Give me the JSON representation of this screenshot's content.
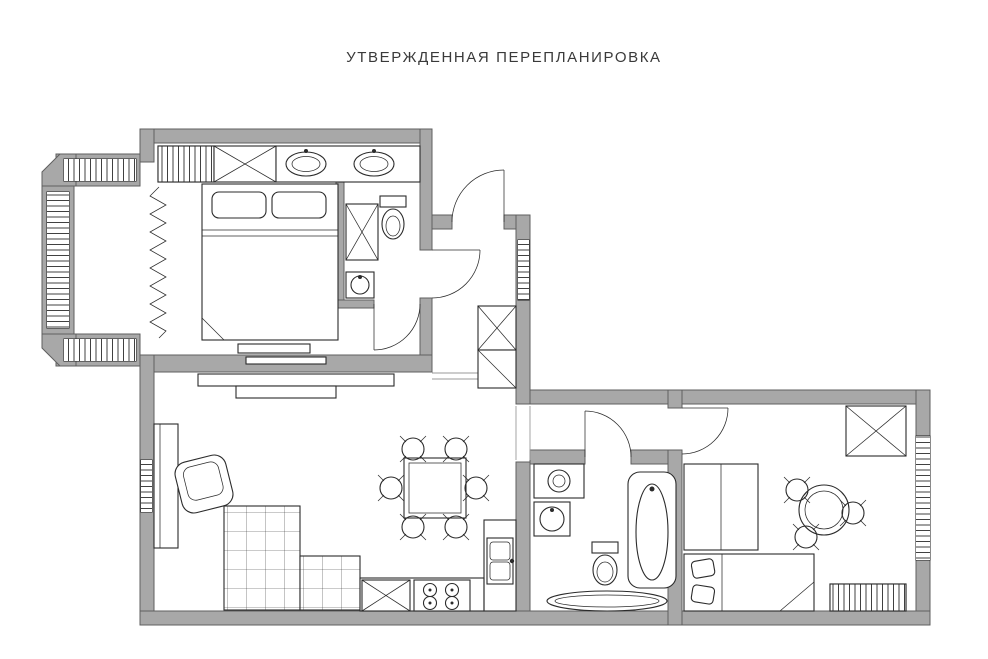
{
  "title": "УТВЕРЖДЕННАЯ ПЕРЕПЛАНИРОВКА",
  "colors": {
    "bg": "#ffffff",
    "wall": "#a8a8a8",
    "walledge": "#5f5f5f",
    "line": "#2b2b2b",
    "linelight": "#9a9a9a",
    "titlecolor": "#3a3a3a"
  },
  "plan": {
    "type": "apartment-floor-plan",
    "rooms": [
      "bedroom",
      "master-bathroom",
      "entry-hall",
      "living-room",
      "kitchen-zone",
      "corridor",
      "bathroom",
      "bedroom-2",
      "bay-window"
    ],
    "fixtures": [
      "double-bed",
      "bench",
      "curtain",
      "wardrobe",
      "cabinet-x",
      "vanity-double-sink",
      "shower",
      "toilet",
      "washbasin",
      "tv-unit",
      "desk",
      "radiator",
      "armchair",
      "corner-sofa",
      "dining-table",
      "dining-chairs",
      "kitchen-counter",
      "stove",
      "kitchen-sink",
      "base-cabinet-x",
      "washing-machine",
      "bathtub",
      "towel-radiator",
      "round-table",
      "chairs",
      "bed",
      "wardrobe-2",
      "dresser",
      "entry-closet",
      "doors",
      "windows"
    ]
  }
}
